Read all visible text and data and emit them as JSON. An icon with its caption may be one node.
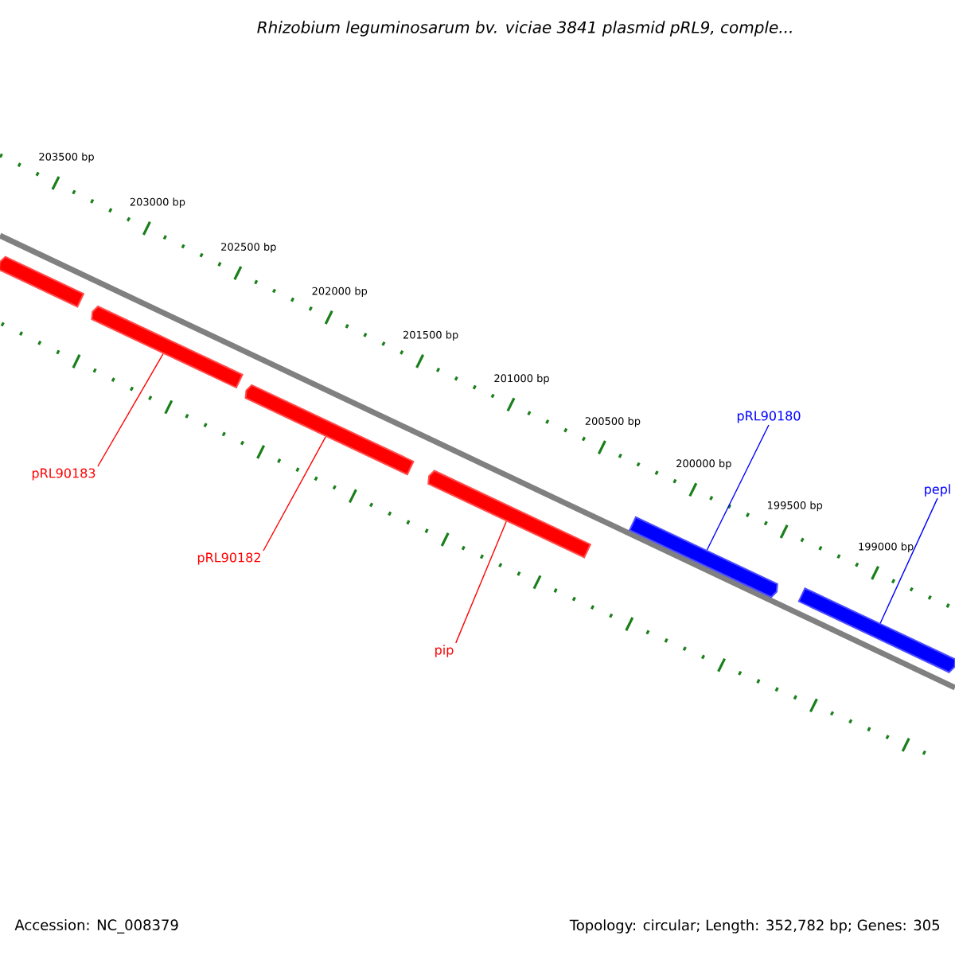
{
  "diagram": {
    "title": "Rhizobium leguminosarum bv. viciae 3841 plasmid pRL9, comple...",
    "nodes": [
      {
        "text": [],
        "shape": "bar"
      },
      {
        "text": [],
        "shape": "bar"
      },
      {
        "text": [],
        "shape": "bar"
      },
      {
        "text": [],
        "shape": "bar"
      },
      {
        "text": [],
        "shape": "bar"
      },
      {
        "text": [],
        "shape": "bar"
      },
      {
        "text": [
          "pRL90183"
        ]
      },
      {
        "text": [
          "pRL90182"
        ]
      },
      {
        "text": [
          "pip"
        ]
      },
      {
        "text": [
          "pRL90180"
        ]
      },
      {
        "text": [
          "pepl"
        ]
      }
    ],
    "edges": [
      {
        "from": 6,
        "to": 1,
        "arrow": "none"
      },
      {
        "from": 7,
        "to": 2,
        "arrow": "none"
      },
      {
        "from": 8,
        "to": 3,
        "arrow": "none"
      },
      {
        "from": 9,
        "to": 4,
        "arrow": "none",
        "color": "#0000ff"
      },
      {
        "from": 10,
        "to": 5,
        "arrow": "none",
        "color": "#0000ff"
      }
    ],
    "labels": [
      "203500 bp",
      "203000 bp",
      "202500 bp",
      "202000 bp",
      "201500 bp",
      "201000 bp",
      "200500 bp",
      "200000 bp",
      "199500 bp",
      "199000 bp",
      "Accession: NC_008379",
      "Topology: circular; Length: 352,782 bp; Genes: 305"
    ]
  }
}
